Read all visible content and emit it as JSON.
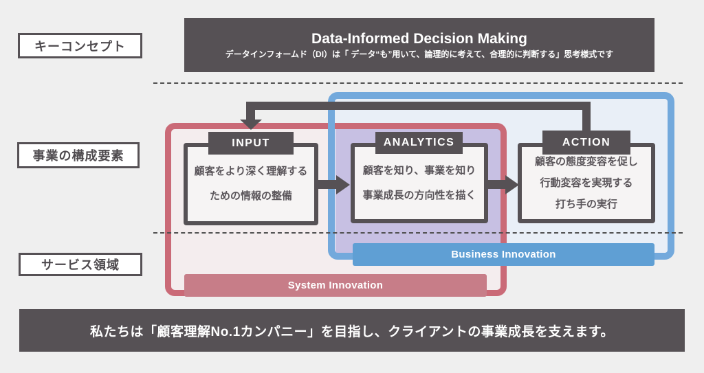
{
  "palette": {
    "dark": "#565155",
    "pink_border": "#ca6a77",
    "pink_fill": "#f4edee",
    "pink_bar": "#c77d88",
    "blue_border": "#73a9dc",
    "blue_fill": "#e9eff7",
    "blue_bar": "#5f9fd4",
    "purple_fill": "#c7c0e3",
    "background": "#efefef",
    "text_on_dark": "#ffffff"
  },
  "side_labels": {
    "key_concept": "キーコンセプト",
    "components": "事業の構成要素",
    "service_area": "サービス領域"
  },
  "header": {
    "title": "Data-Informed Decision Making",
    "subtitle": "データインフォームド（DI）は「 データ“も”用いて、論理的に考えて、合理的に判断する」思考様式です"
  },
  "flow": {
    "steps": [
      {
        "label": "INPUT",
        "lines": [
          "顧客をより深く理解する",
          "ための情報の整備"
        ]
      },
      {
        "label": "ANALYTICS",
        "lines": [
          "顧客を知り、事業を知り",
          "事業成長の方向性を描く"
        ]
      },
      {
        "label": "ACTION",
        "lines": [
          "顧客の態度変容を促し",
          "行動変容を実現する",
          "打ち手の実行"
        ]
      }
    ]
  },
  "regions": {
    "system_innovation": "System Innovation",
    "business_innovation": "Business Innovation"
  },
  "banner": {
    "text": "私たちは「顧客理解No.1カンパニー」を目指し、クライアントの事業成長を支えます。"
  }
}
